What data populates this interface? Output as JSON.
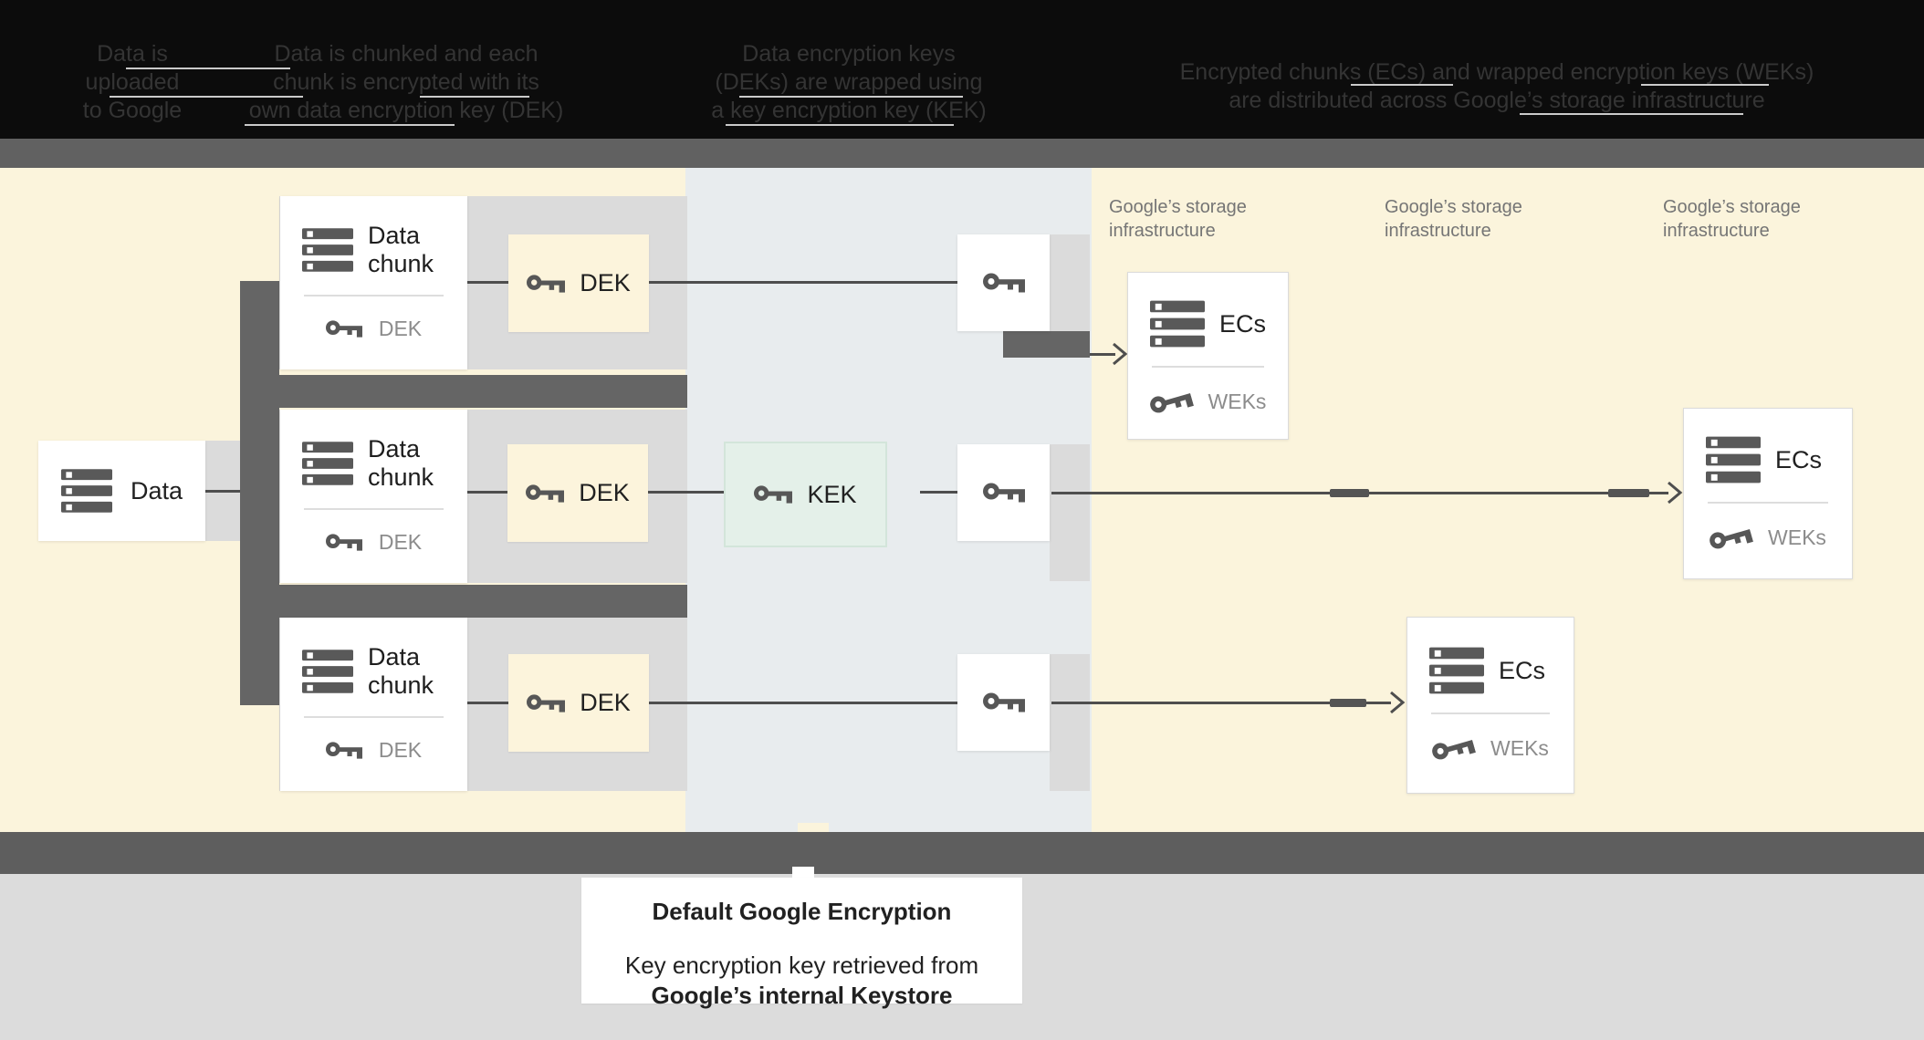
{
  "header": {
    "steps": [
      {
        "lines": [
          "Data is",
          "uploaded",
          "to Google"
        ]
      },
      {
        "lines": [
          "Data is chunked and each",
          "chunk is encrypted with its",
          "own data encryption key (DEK)"
        ]
      },
      {
        "lines": [
          "Data encryption keys",
          "(DEKs) are wrapped using",
          "a key encryption key (KEK)"
        ]
      },
      {
        "lines": [
          "Encrypted chunks (ECs) and wrapped encryption keys (WEKs)",
          "are distributed across Google’s storage infrastructure"
        ]
      }
    ]
  },
  "diagram": {
    "data_box_label": "Data",
    "chunk_boxes": [
      {
        "title_line1": "Data",
        "title_line2": "chunk",
        "key_label": "DEK"
      },
      {
        "title_line1": "Data",
        "title_line2": "chunk",
        "key_label": "DEK"
      },
      {
        "title_line1": "Data",
        "title_line2": "chunk",
        "key_label": "DEK"
      }
    ],
    "dek_labels": [
      "DEK",
      "DEK",
      "DEK"
    ],
    "kek_label": "KEK",
    "storage_labels": [
      {
        "line1": "Google’s storage",
        "line2": "infrastructure"
      },
      {
        "line1": "Google’s storage",
        "line2": "infrastructure"
      },
      {
        "line1": "Google’s storage",
        "line2": "infrastructure"
      }
    ],
    "ecs_boxes": [
      {
        "title": "ECs",
        "key_label": "WEKs"
      },
      {
        "title": "ECs",
        "key_label": "WEKs"
      },
      {
        "title": "ECs",
        "key_label": "WEKs"
      }
    ]
  },
  "caption": {
    "title": "Default Google Encryption",
    "body_line1": "Key encryption key retrieved from",
    "body_line2": "Google’s internal Keystore"
  },
  "colors": {
    "cream_background": "#FBF4DC",
    "keystore_column": "#E8ECEE",
    "mint_kek_box": "#E4F0E9",
    "shadow_band_gray": "#DBDBDB",
    "dark_connector": "#656565",
    "top_bar": "#616161",
    "bottom_bar": "#5E5E5E",
    "icon_gray": "#595959",
    "muted_label": "#8C8C8C",
    "storage_label_text": "#757575"
  }
}
